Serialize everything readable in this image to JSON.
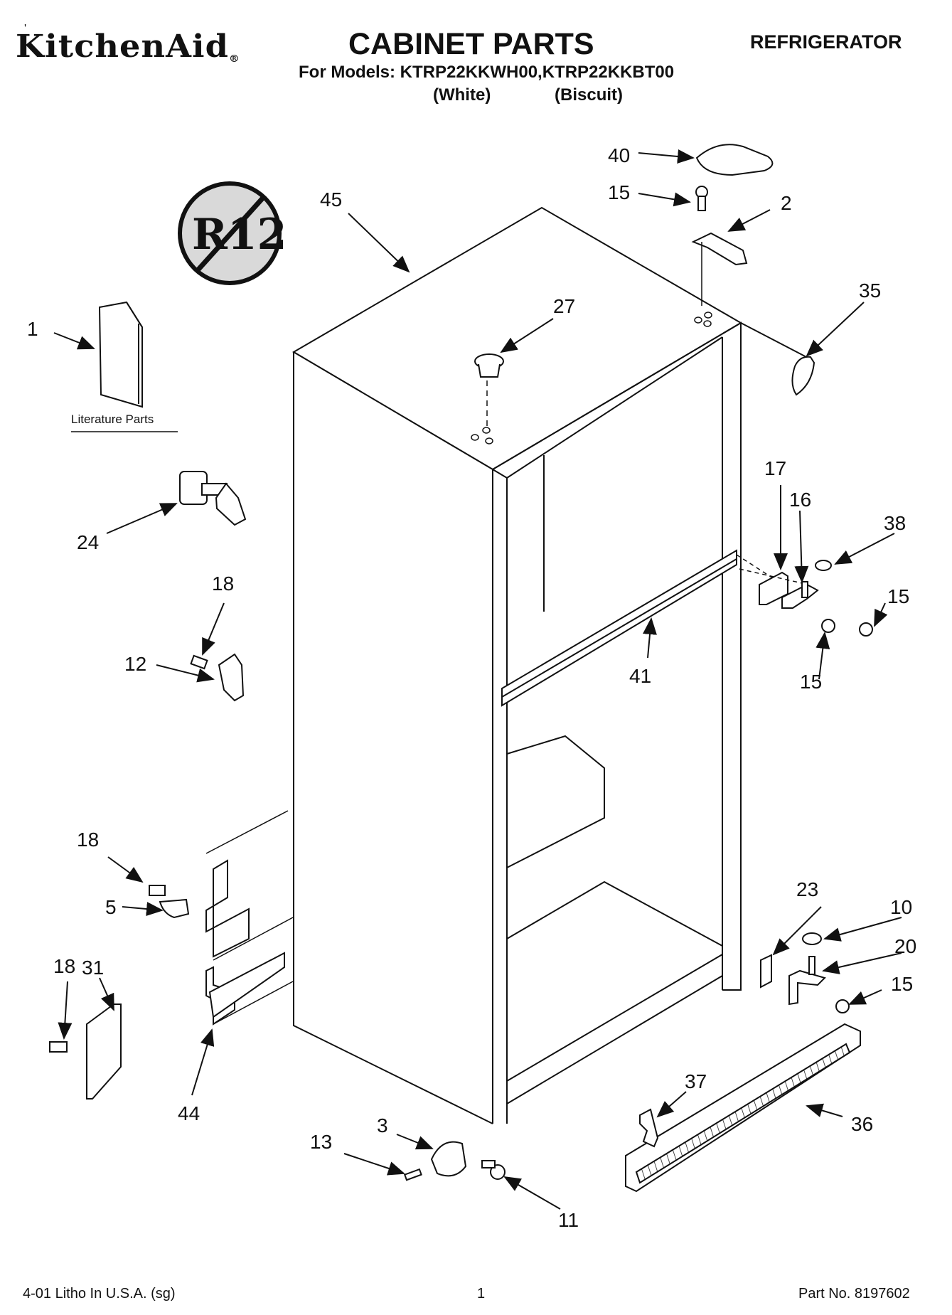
{
  "header": {
    "brand": "KitchenAid",
    "brand_mark": "®",
    "title": "CABINET PARTS",
    "product": "REFRIGERATOR",
    "models_line": "For Models: KTRP22KKWH00,KTRP22KKBT00",
    "color_white": "(White)",
    "color_biscuit": "(Biscuit)"
  },
  "r12_symbol": "R12",
  "literature_label": "Literature Parts",
  "callouts": [
    "45",
    "40",
    "15",
    "2",
    "27",
    "35",
    "1",
    "17",
    "16",
    "38",
    "24",
    "18",
    "12",
    "15",
    "41",
    "15",
    "18",
    "5",
    "23",
    "10",
    "31",
    "18",
    "20",
    "15",
    "37",
    "44",
    "3",
    "13",
    "36",
    "11"
  ],
  "footer": {
    "left": "4-01 Litho In U.S.A. (sg)",
    "page": "1",
    "part_no": "Part No. 8197602"
  }
}
